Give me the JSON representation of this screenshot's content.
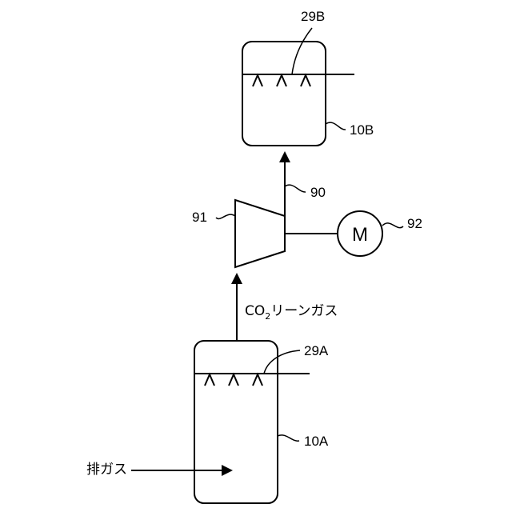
{
  "labels": {
    "ref_29B": "29B",
    "ref_10B": "10B",
    "ref_90": "90",
    "ref_91": "91",
    "ref_92": "92",
    "motor": "M",
    "lean_gas_prefix": "CO",
    "lean_gas_subscript": "2",
    "lean_gas_suffix": "リーンガス",
    "ref_29A": "29A",
    "ref_10A": "10A",
    "exhaust_gas": "排ガス"
  }
}
